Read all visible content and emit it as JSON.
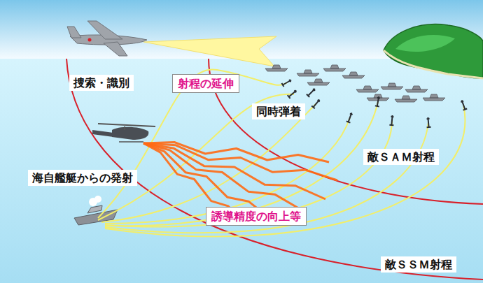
{
  "diagram": {
    "nodes": [
      {
        "text": [
          "射程の延伸"
        ]
      },
      {
        "text": [
          "誘導精度の向上等"
        ]
      }
    ],
    "labels": [
      "捜索・識別",
      "同時弾着",
      "敵ＳＡＭ射程",
      "海自艦艇からの発射",
      "敵ＳＳＭ射程"
    ]
  }
}
